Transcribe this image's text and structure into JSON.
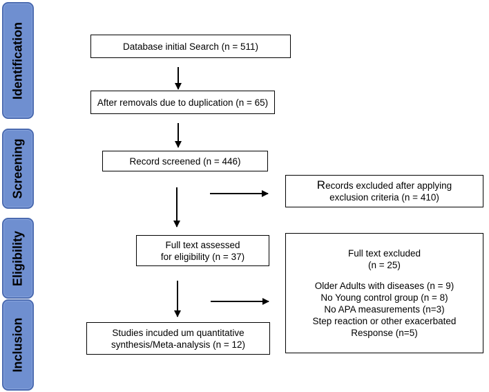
{
  "stages": {
    "identification": "Identification",
    "screening": "Screening",
    "eligibility": "Eligibility",
    "inclusion": "Inclusion"
  },
  "boxes": {
    "database_search": "Database initial Search (n = 511)",
    "after_duplicates": "After removals due to duplication (n = 65)",
    "screened": "Record screened (n = 446)",
    "excluded_criteria": {
      "line1_initial": "R",
      "line1_rest": "ecords excluded after applying",
      "line2": "exclusion criteria (n = 410)"
    },
    "full_text_assessed": {
      "line1": "Full text assessed",
      "line2": "for eligibility (n = 37)"
    },
    "full_text_excluded": {
      "title": "Full text excluded",
      "count": "(n = 25)",
      "reasons": [
        "Older Adults with diseases (n = 9)",
        "No Young control group (n = 8)",
        "No APA measurements (n=3)",
        "Step reaction or other exacerbated",
        "Response (n=5)"
      ]
    },
    "studies_included": {
      "line1": "Studies incuded um quantitative",
      "line2": "synthesis/Meta-analysis (n = 12)"
    }
  },
  "colors": {
    "stage_fill": "#6f8fd0",
    "stage_border": "#4a6ab0",
    "box_border": "#000000",
    "arrow": "#000000"
  }
}
